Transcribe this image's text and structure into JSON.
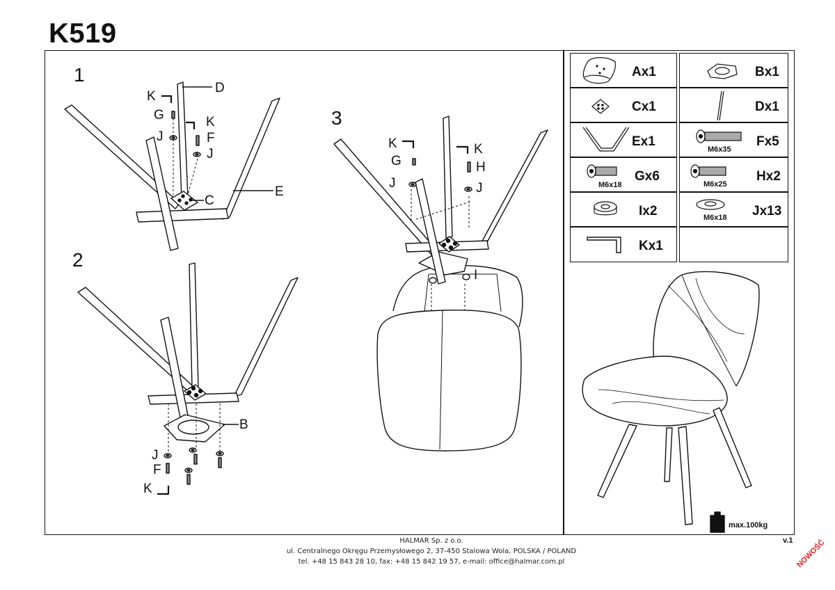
{
  "doc": {
    "title": "K519",
    "version": "v.1",
    "badge": "NOWOŚĆ",
    "max_load": "max.100kg"
  },
  "steps": [
    {
      "number": "1",
      "labels": {
        "k": "K",
        "d": "D",
        "g": "G",
        "k2": "K",
        "j": "J",
        "f": "F",
        "j2": "J",
        "c": "C",
        "e": "E"
      }
    },
    {
      "number": "2",
      "labels": {
        "b": "B",
        "j": "J",
        "f": "F",
        "k": "K"
      }
    },
    {
      "number": "3",
      "labels": {
        "k": "K",
        "g": "G",
        "k2": "K",
        "h": "H",
        "j": "J",
        "j2": "J",
        "i": "I"
      }
    }
  ],
  "parts": [
    {
      "id": "A",
      "label": "Ax1",
      "spec": ""
    },
    {
      "id": "B",
      "label": "Bx1",
      "spec": ""
    },
    {
      "id": "C",
      "label": "Cx1",
      "spec": ""
    },
    {
      "id": "D",
      "label": "Dx1",
      "spec": ""
    },
    {
      "id": "E",
      "label": "Ex1",
      "spec": ""
    },
    {
      "id": "F",
      "label": "Fx5",
      "spec": "M6x35"
    },
    {
      "id": "G",
      "label": "Gx6",
      "spec": "M6x18"
    },
    {
      "id": "H",
      "label": "Hx2",
      "spec": "M6x25"
    },
    {
      "id": "I",
      "label": "Ix2",
      "spec": ""
    },
    {
      "id": "J",
      "label": "Jx13",
      "spec": "M6x18"
    },
    {
      "id": "K",
      "label": "Kx1",
      "spec": ""
    }
  ],
  "footer": {
    "company": "HALMAR Sp. z o.o.",
    "address": "ul. Centralnego Okręgu Przemysłowego 2, 37-450 Stalowa Wola, POLSKA / POLAND",
    "contact": "tel. +48 15 843 28 10, fax: +48 15 842 19 57, e-mail: office@halmar.com.pl"
  }
}
